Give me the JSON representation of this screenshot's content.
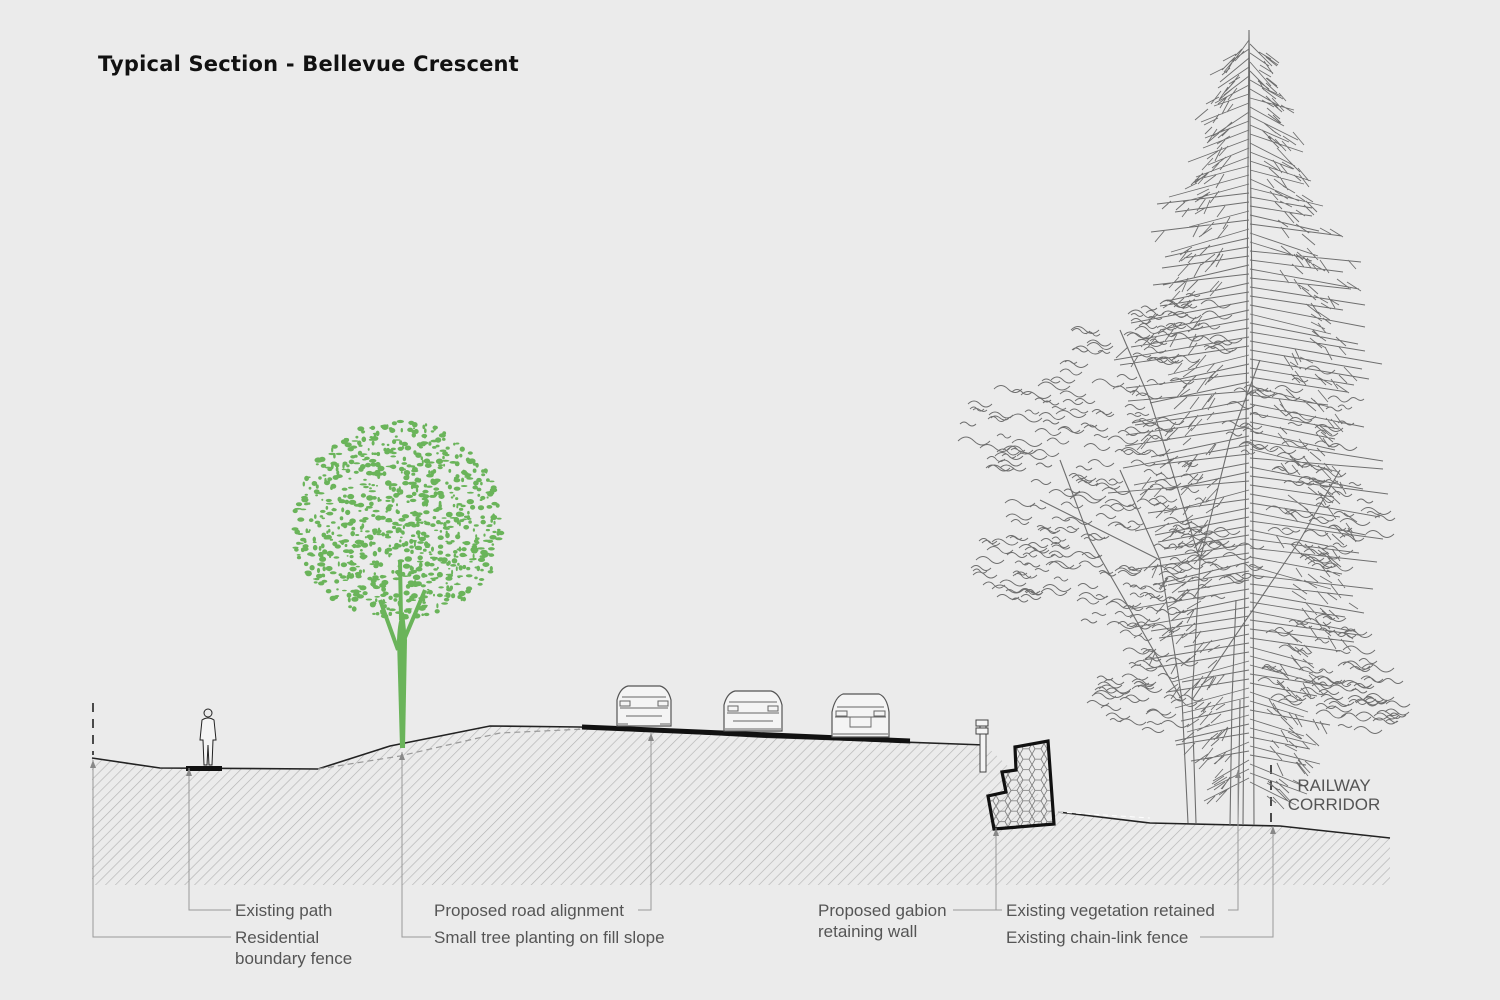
{
  "title": "Typical Section - Bellevue Crescent",
  "labels": {
    "existing_path": "Existing path",
    "residential_fence_line1": "Residential",
    "residential_fence_line2": "boundary fence",
    "proposed_road": "Proposed road alignment",
    "small_tree": "Small tree planting on fill slope",
    "gabion_line1": "Proposed gabion",
    "gabion_line2": "retaining wall",
    "vegetation": "Existing vegetation retained",
    "chainlink": "Existing chain-link fence",
    "railway_line1": "RAILWAY",
    "railway_line2": "CORRIDOR"
  },
  "colors": {
    "background": "#ebebeb",
    "new_tree": "#6ab45a",
    "ground_hatch": "#b3b3b3",
    "existing_trees": "#6e6e6e"
  }
}
